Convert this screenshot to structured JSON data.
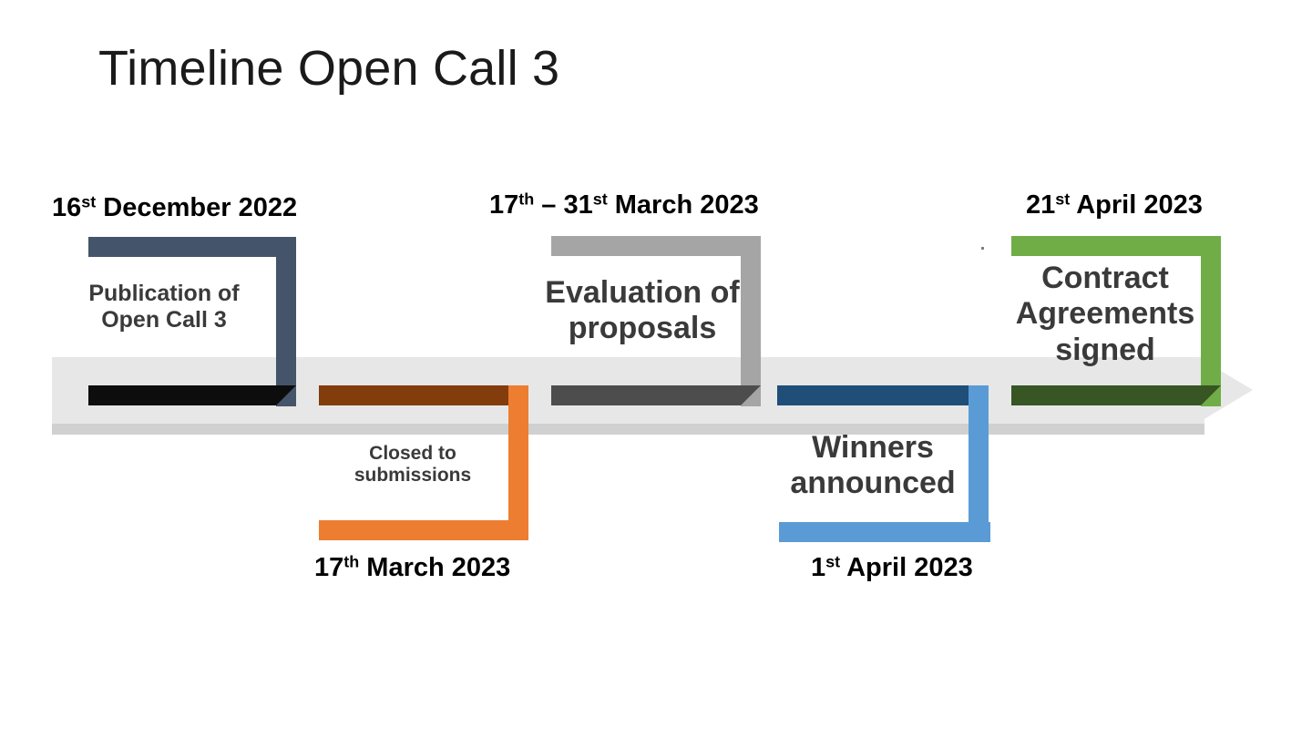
{
  "title": "Timeline Open Call 3",
  "colors": {
    "band": "#e7e7e7",
    "band_shadow": "#d0d0d0",
    "title_text": "#1a1a1a",
    "label_text": "#3a3a3a",
    "date_text": "#000000"
  },
  "milestones": [
    {
      "id": "publication",
      "date": "16",
      "date_suffix": "st",
      "date_rest": " December 2022",
      "date_full": "16st December 2022",
      "label_lines": [
        "Publication of",
        "Open Call 3"
      ],
      "direction": "up",
      "bracket_color": "#44546a",
      "bar_color": "#0d0d0d"
    },
    {
      "id": "closed-submissions",
      "date": "17",
      "date_suffix": "th",
      "date_rest": " March 2023",
      "date_full": "17th March 2023",
      "label_lines": [
        "Closed to",
        "submissions"
      ],
      "direction": "down",
      "bracket_color": "#ed7d31",
      "bar_color": "#833c0b"
    },
    {
      "id": "evaluation",
      "date": "17",
      "date_suffix": "th",
      "date_mid": " – 31",
      "date_suffix2": "st",
      "date_rest": " March 2023",
      "date_full": "17th – 31st March 2023",
      "label_lines": [
        "Evaluation of",
        "proposals"
      ],
      "direction": "up",
      "bracket_color": "#a5a5a5",
      "bar_color": "#4d4d4d"
    },
    {
      "id": "winners-announced",
      "date": "1",
      "date_suffix": "st",
      "date_rest": " April 2023",
      "date_full": "1st April 2023",
      "label_lines": [
        "Winners",
        "announced"
      ],
      "direction": "down",
      "bracket_color": "#5b9bd5",
      "bar_color": "#1f4e79"
    },
    {
      "id": "contract-agreements",
      "date": "21",
      "date_suffix": "st",
      "date_rest": " April 2023",
      "date_full": "21st April 2023",
      "label_lines": [
        "Contract",
        "Agreements",
        "signed"
      ],
      "direction": "up",
      "bracket_color": "#70ad47",
      "bar_color": "#375623"
    }
  ]
}
